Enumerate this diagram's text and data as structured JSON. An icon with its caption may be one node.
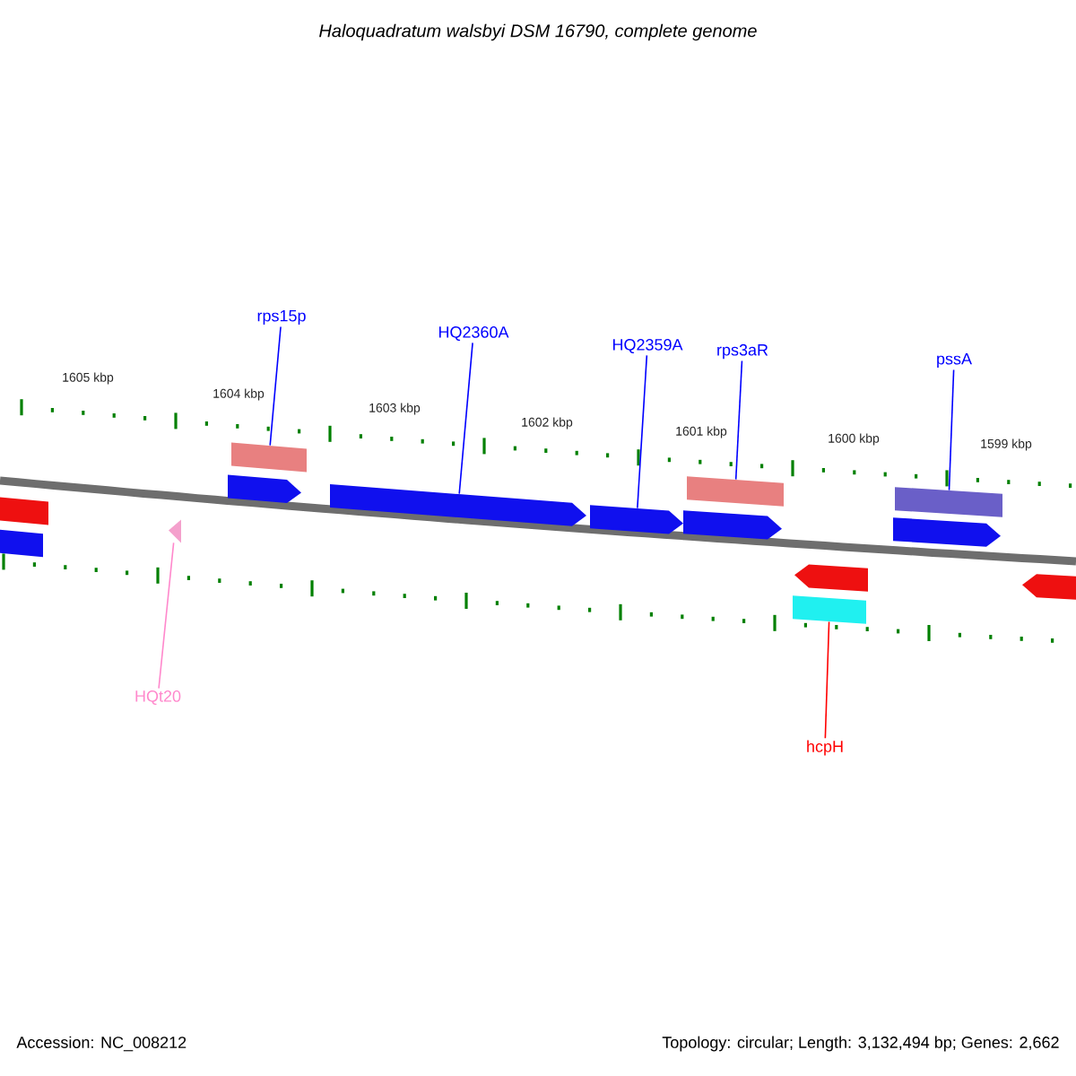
{
  "diagram": {
    "title": "Haloquadratum walsbyi DSM 16790, complete genome",
    "nodes": [
      {
        "text": [
          "rps15p"
        ]
      },
      {
        "text": [
          "HQ2360A"
        ]
      },
      {
        "text": [
          "HQ2359A"
        ]
      },
      {
        "text": [
          "rps3aR"
        ]
      },
      {
        "text": [
          "pssA"
        ]
      },
      {
        "text": [
          "HQt20"
        ]
      },
      {
        "text": [
          "hcpH"
        ]
      },
      {
        "text": [],
        "shape": "bar"
      },
      {
        "text": [],
        "shape": "bar"
      },
      {
        "text": [],
        "shape": "triangle"
      },
      {
        "text": [],
        "shape": "pentagon"
      },
      {
        "text": [],
        "shape": "bar"
      },
      {
        "text": [],
        "shape": "pentagon"
      },
      {
        "text": [],
        "shape": "pentagon"
      },
      {
        "text": [],
        "shape": "pentagon"
      },
      {
        "text": [],
        "shape": "bar"
      },
      {
        "text": [],
        "shape": "bar"
      },
      {
        "text": [],
        "shape": "pentagon"
      },
      {
        "text": [],
        "shape": "pentagon"
      },
      {
        "text": [],
        "shape": "bar"
      },
      {
        "text": [],
        "shape": "pentagon"
      }
    ],
    "edges": [
      {
        "from": 0,
        "to": 11,
        "arrow": "none"
      },
      {
        "from": 1,
        "to": 12,
        "arrow": "none"
      },
      {
        "from": 2,
        "to": 13,
        "arrow": "none"
      },
      {
        "from": 3,
        "to": 15,
        "arrow": "none"
      },
      {
        "from": 4,
        "to": 19,
        "arrow": "none"
      },
      {
        "from": 5,
        "to": 9,
        "arrow": "none",
        "color": "#ff88cc"
      },
      {
        "from": 6,
        "to": 16,
        "arrow": "none",
        "color": "#ff0000"
      }
    ],
    "labels": [
      "1605 kbp",
      "1604 kbp",
      "1603 kbp",
      "1602 kbp",
      "1601 kbp",
      "1600 kbp",
      "1599 kbp",
      "Accession: NC_008212",
      "Topology: circular; Length: 3,132,494 bp; Genes: 2,662"
    ]
  }
}
